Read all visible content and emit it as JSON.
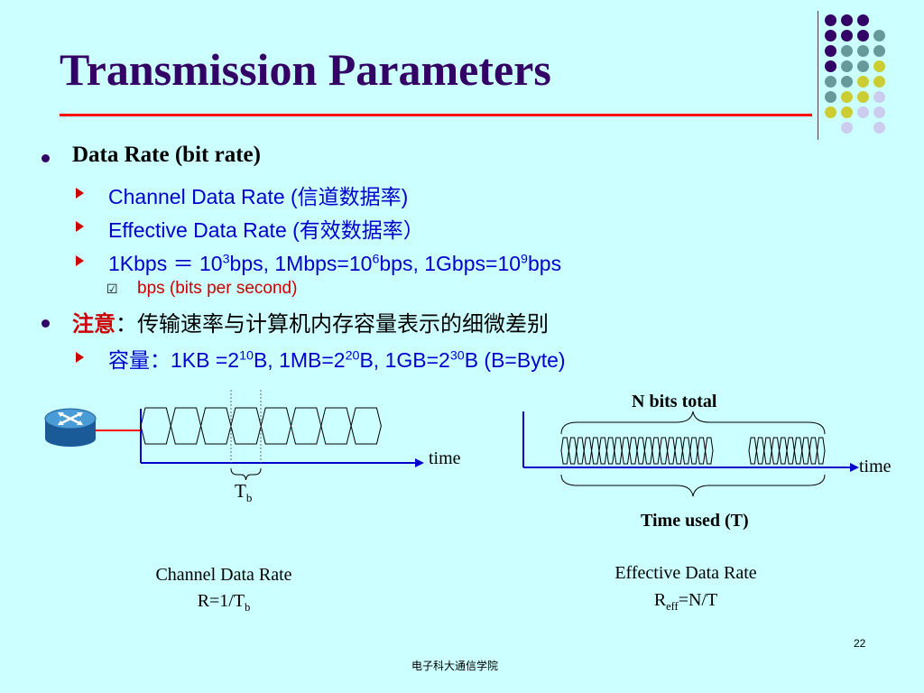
{
  "title": "Transmission Parameters",
  "bullets": [
    {
      "label": "Data Rate (bit rate)"
    },
    {
      "label": "Channel Data Rate (信道数据率)"
    },
    {
      "label": "Effective Data Rate (有效数据率）"
    },
    {
      "p1": "1Kbps ＝ 10",
      "e1": "3",
      "p2": "bps,   1Mbps=10",
      "e2": "6",
      "p3": "bps, 1Gbps=10",
      "e3": "9",
      "p4": "bps"
    },
    {
      "label": "bps (bits per second)"
    },
    {
      "highlight": "注意",
      "rest": "：传输速率与计算机内存容量表示的细微差别"
    },
    {
      "p1": "容量：1KB =2",
      "e1": "10",
      "p2": "B, 1MB=2",
      "e2": "20",
      "p3": "B, 1GB=2",
      "e3": "30",
      "p4": "B  (B=Byte)"
    }
  ],
  "left_diagram": {
    "time_label": "time",
    "tb_main": "T",
    "tb_sub": "b",
    "caption_line1": "Channel Data Rate",
    "formula_main": "R=1/T",
    "formula_sub": "b",
    "router_icon": "router-icon"
  },
  "right_diagram": {
    "top_label": "N bits total",
    "time_label": "time",
    "bottom_label": "Time used (T)",
    "caption_line1": "Effective Data Rate",
    "formula_r": "R",
    "formula_sub": "eff",
    "formula_rest": "=N/T"
  },
  "page_number": "22",
  "footer": "电子科大通信学院",
  "colors": {
    "background": "#ccffff",
    "title": "#330066",
    "rule": "#ff0000",
    "text_blue": "#0000cc",
    "text_red": "#cc0000",
    "axis_blue": "#0000cc"
  }
}
